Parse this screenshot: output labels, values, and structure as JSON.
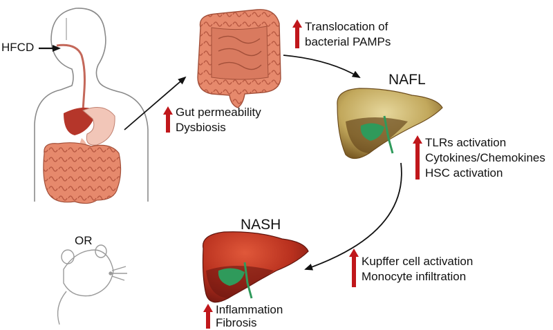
{
  "labels": {
    "hfcd": "HFCD",
    "or": "OR",
    "gut_permeability": "Gut permeability",
    "dysbiosis": "Dysbiosis",
    "translocation_line1": "Translocation of",
    "translocation_line2": "bacterial PAMPs",
    "nafl": "NAFL",
    "tlrs": "TLRs activation",
    "cytokines": "Cytokines/Chemokines",
    "hsc": "HSC activation",
    "kupffer": "Kupffer cell activation",
    "monocyte": "Monocyte infiltration",
    "nash": "NASH",
    "inflammation": "Inflammation",
    "fibrosis": "Fibrosis"
  },
  "icons": {
    "body": "human-digestive-system-icon",
    "mouse": "mouse-icon",
    "intestine": "intestine-icon",
    "fatty_liver": "fatty-liver-icon",
    "inflamed_liver": "inflamed-liver-icon",
    "increase": "up-arrow-icon"
  },
  "colors": {
    "increase_arrow": "#c0171b",
    "intestine": "#e0846a",
    "fatty_liver": "#c9b36a",
    "inflamed_liver": "#c63a25",
    "gallbladder": "#2f9a5b"
  }
}
